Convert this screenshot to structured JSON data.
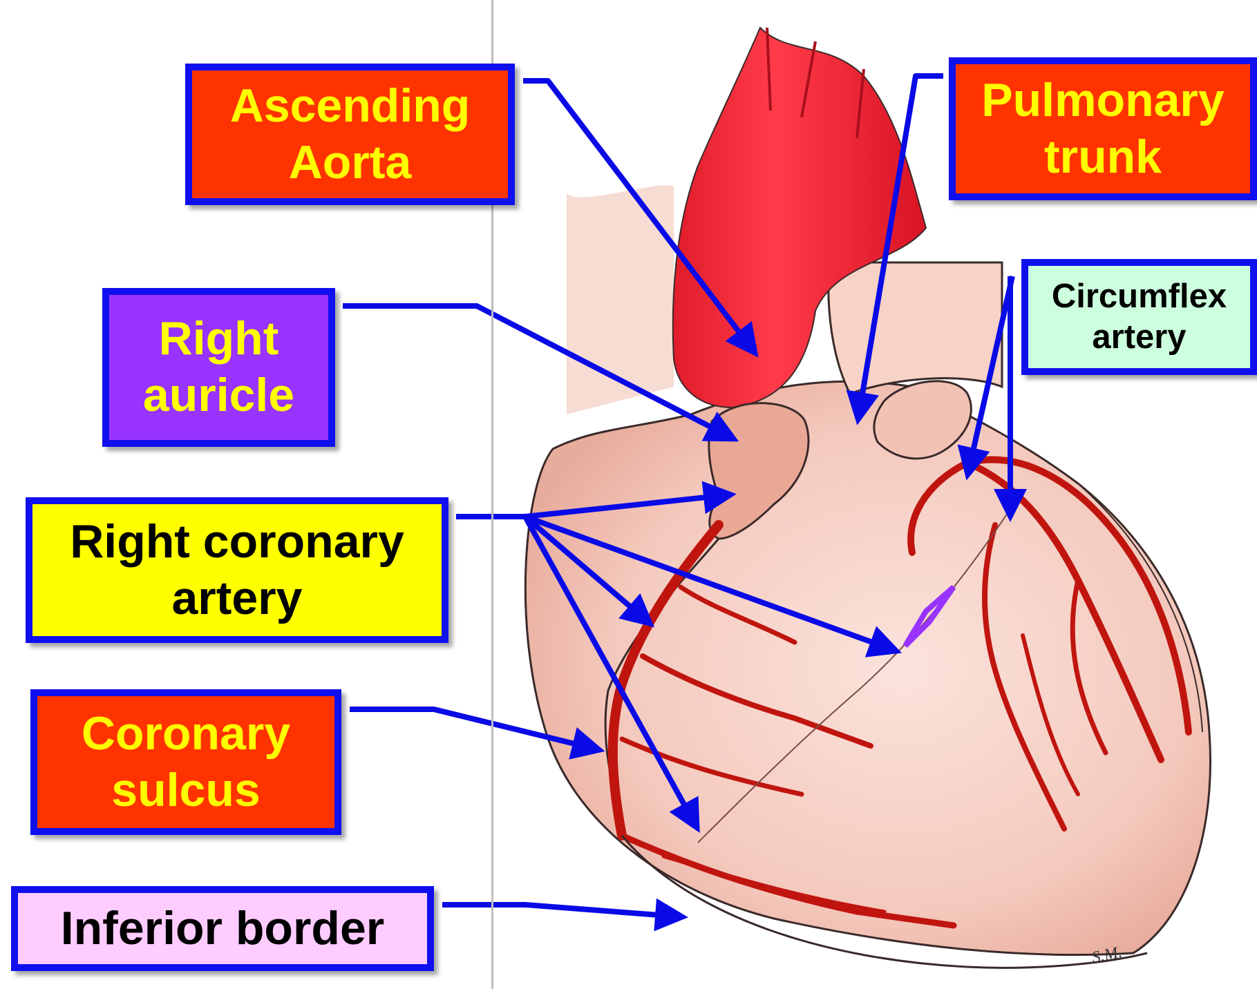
{
  "labels": {
    "ascending_aorta": {
      "line1": "Ascending",
      "line2": "Aorta",
      "bg": "#ff3300",
      "text_color": "#ffff00"
    },
    "pulmonary_trunk": {
      "line1": "Pulmonary",
      "line2": "trunk",
      "bg": "#ff3300",
      "text_color": "#ffff00"
    },
    "right_auricle": {
      "line1": "Right",
      "line2": "auricle",
      "bg": "#9933ff",
      "text_color": "#ffff00"
    },
    "circumflex_artery": {
      "line1": "Circumflex",
      "line2": "artery",
      "bg": "#ccffdd",
      "text_color": "#000000"
    },
    "right_coronary_artery": {
      "line1": "Right coronary",
      "line2": "artery",
      "bg": "#ffff00",
      "text_color": "#000000"
    },
    "coronary_sulcus": {
      "line1": "Coronary",
      "line2": "sulcus",
      "bg": "#ff3300",
      "text_color": "#ffff00"
    },
    "inferior_border": {
      "line1": "Inferior border",
      "bg": "#ffccff",
      "text_color": "#000000"
    }
  },
  "signature": "S.M.",
  "colors": {
    "arrow": "#0a0ae6",
    "label_border": "#1010ee",
    "artery": "#c0150f",
    "heart_tissue": "#f4c9bd",
    "great_vessels": "#f0283a"
  }
}
